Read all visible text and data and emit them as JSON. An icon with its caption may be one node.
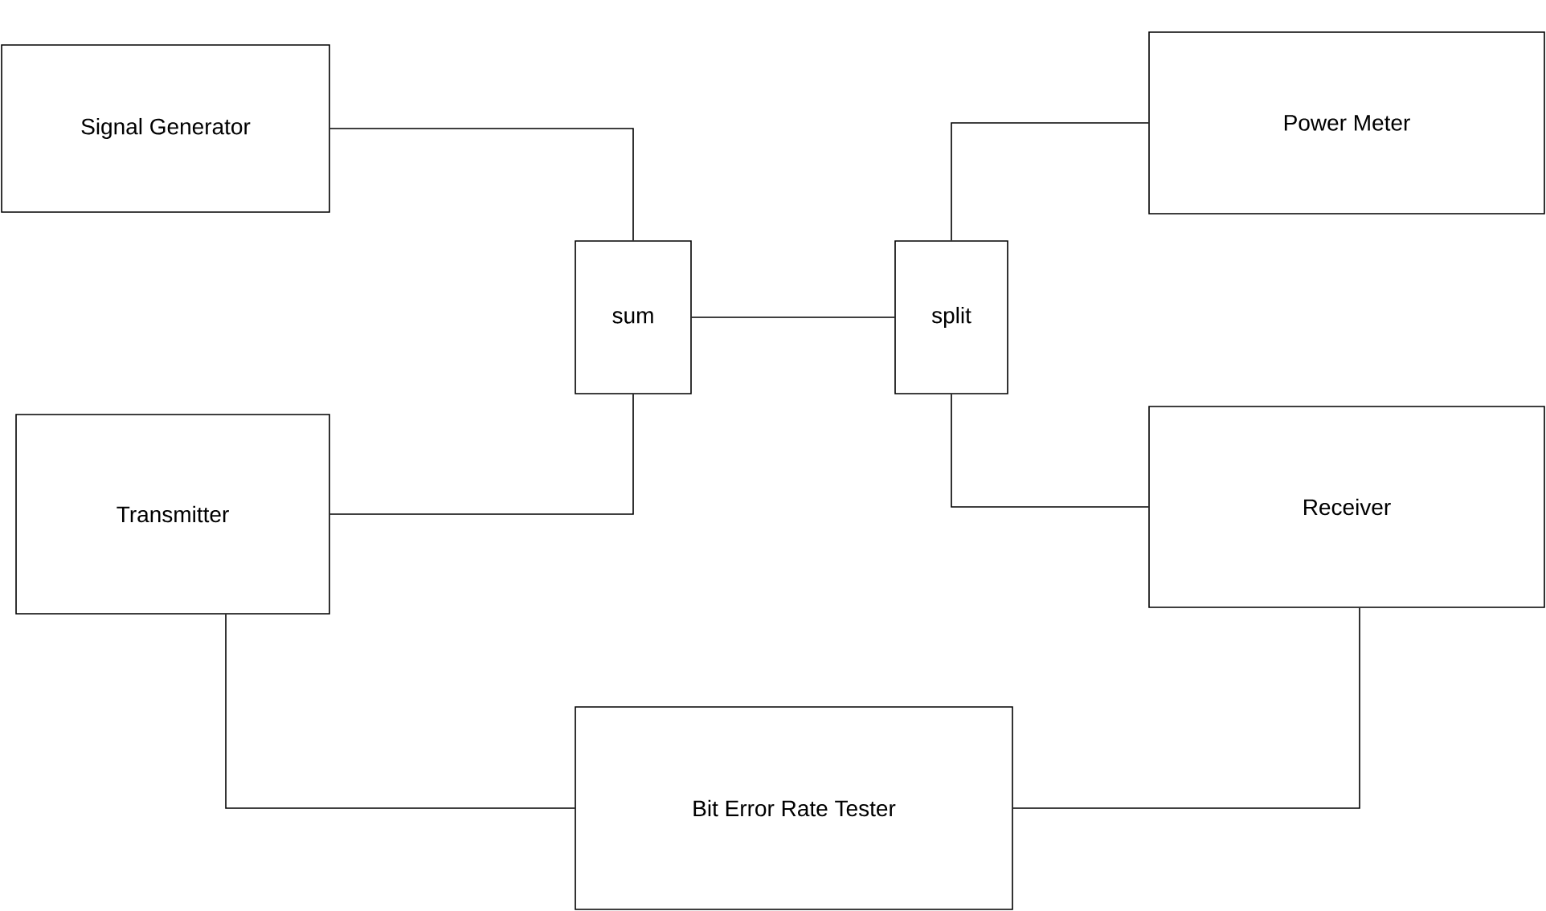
{
  "diagram": {
    "nodes": [
      {
        "text": [
          "Signal Generator"
        ]
      },
      {
        "text": [
          "Power Meter"
        ]
      },
      {
        "text": [
          "sum"
        ]
      },
      {
        "text": [
          "split"
        ]
      },
      {
        "text": [
          "Transmitter"
        ]
      },
      {
        "text": [
          "Receiver"
        ]
      },
      {
        "text": [
          "Bit Error Rate Tester"
        ]
      }
    ],
    "edges": [
      {
        "from": 0,
        "to": 2,
        "arrow": "none"
      },
      {
        "from": 4,
        "to": 2,
        "arrow": "none"
      },
      {
        "from": 2,
        "to": 3,
        "arrow": "none"
      },
      {
        "from": 3,
        "to": 1,
        "arrow": "none"
      },
      {
        "from": 3,
        "to": 5,
        "arrow": "none"
      },
      {
        "from": 4,
        "to": 6,
        "arrow": "none"
      },
      {
        "from": 5,
        "to": 6,
        "arrow": "none"
      }
    ]
  }
}
